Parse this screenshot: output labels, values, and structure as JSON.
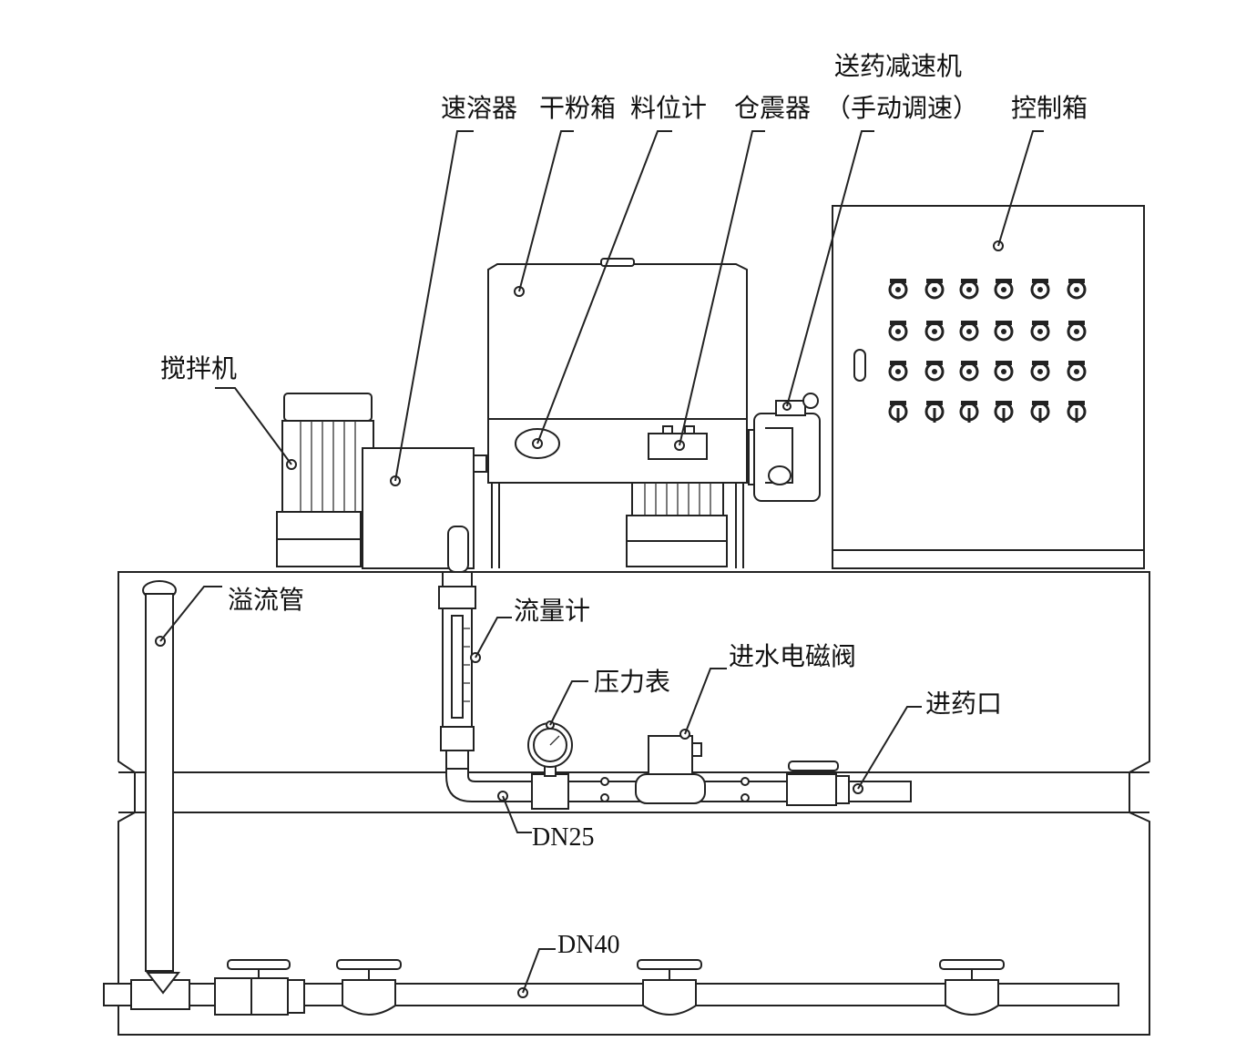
{
  "labels": {
    "dissolver": "速溶器",
    "powder_box": "干粉箱",
    "level_meter": "料位计",
    "vibrator": "仓震器",
    "reducer_line1": "送药减速机",
    "reducer_line2": "（手动调速）",
    "control_box": "控制箱",
    "mixer": "搅拌机",
    "overflow_pipe": "溢流管",
    "flowmeter": "流量计",
    "pressure_gauge": "压力表",
    "solenoid_valve": "进水电磁阀",
    "dosing_inlet": "进药口",
    "dn25": "DN25",
    "dn40": "DN40"
  }
}
